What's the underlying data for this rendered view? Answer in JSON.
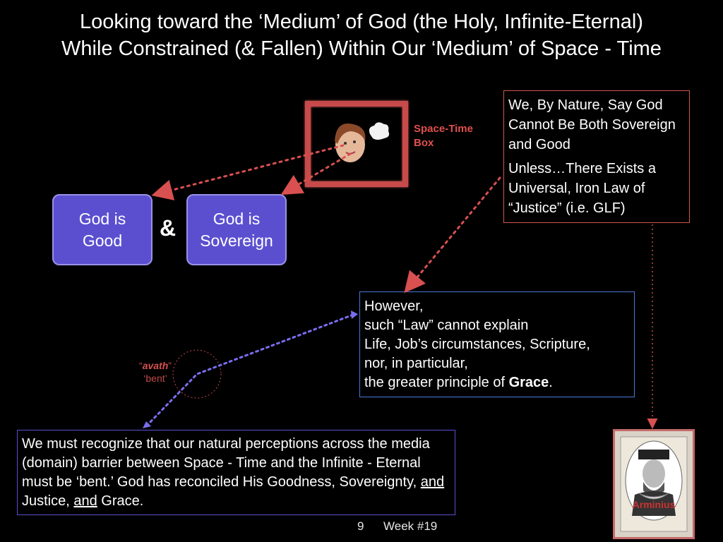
{
  "title": {
    "line1": "Looking toward the ‘Medium’ of God (the Holy, Infinite-Eternal)",
    "line2": "While Constrained (& Fallen) Within Our ‘Medium’ of Space - Time"
  },
  "buttons": {
    "good": {
      "line1": "God is",
      "line2": "Good"
    },
    "sovereign": {
      "line1": "God is",
      "line2": "Sovereign"
    },
    "amp": "&"
  },
  "space_time": {
    "line1": "Space-Time",
    "line2": "Box"
  },
  "right_box": {
    "para1": "We, By Nature, Say God Cannot Be Both Sovereign and Good",
    "para2": "Unless…There Exists a Universal, Iron Law of “Justice” (i.e. GLF)"
  },
  "mid_box": {
    "l1": "However,",
    "l2": "such “Law” cannot explain",
    "l3": "Life, Job’s circumstances, Scripture,",
    "l4": "nor, in particular,",
    "l5_pre": "the greater principle of ",
    "l5_bold": "Grace",
    "l5_post": "."
  },
  "avath": {
    "q1": "“",
    "word": "avath",
    "q2": "”",
    "bent": "‘bent’"
  },
  "bottom_box": {
    "t1": "We must recognize that our natural perceptions across the media (domain) barrier between Space - Time and the Infinite - Eternal must be ‘bent.’  God has reconciled His Goodness, Sovereignty, ",
    "and1": "and",
    "t2": " Justice, ",
    "and2": "and",
    "t3": " Grace."
  },
  "portrait_label": "Arminius",
  "footer": {
    "page": "9",
    "week": "Week #19"
  },
  "colors": {
    "accent_red": "#d2564f",
    "accent_blue": "#5b4fd0",
    "line_blue": "#4a78d8"
  }
}
